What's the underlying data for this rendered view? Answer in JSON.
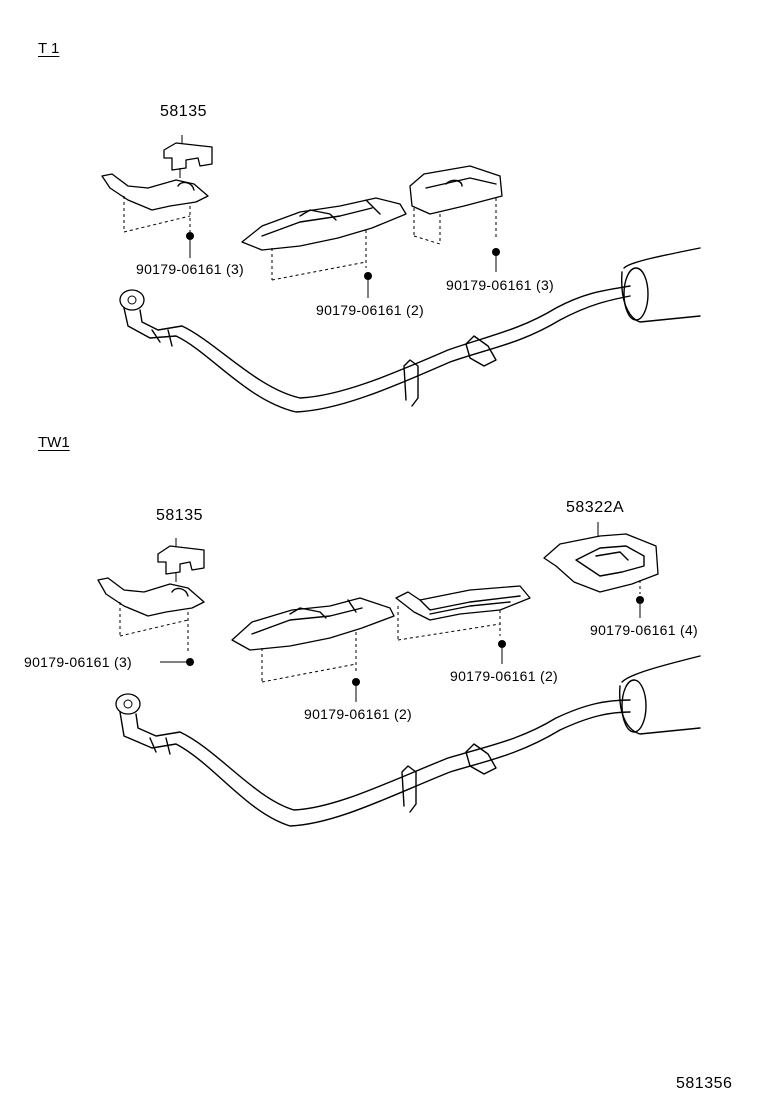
{
  "sections": [
    {
      "id": "t1",
      "title": "T 1",
      "labels": {
        "bracket": "58135",
        "left": "90179-06161 (3)",
        "middle": "90179-06161 (2)",
        "right": "90179-06161 (3)"
      }
    },
    {
      "id": "tw1",
      "title": "TW1",
      "labels": {
        "bracket": "58135",
        "insulator": "58322A",
        "left": "90179-06161 (3)",
        "middle": "90179-06161 (2)",
        "center_right": "90179-06161 (2)",
        "right": "90179-06161 (4)"
      }
    }
  ],
  "diagram_code": "581356"
}
